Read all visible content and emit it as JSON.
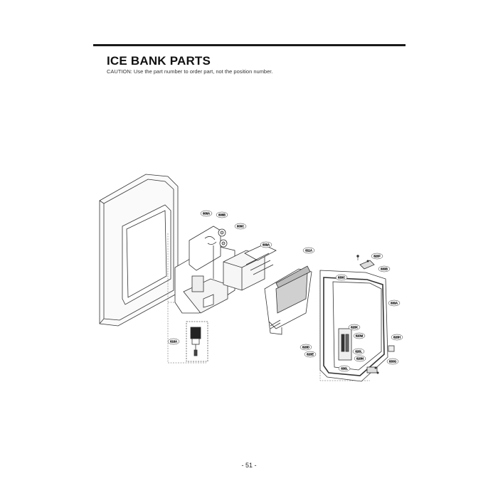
{
  "document": {
    "title": "ICE BANK PARTS",
    "caution": "CAUTION: Use the part number to order part, not the position number.",
    "page_number": "- 51 -"
  },
  "callouts": [
    "606A",
    "606B",
    "606C",
    "609A",
    "616A",
    "611A",
    "620F",
    "630B",
    "630C",
    "630A",
    "620K",
    "620M",
    "620D",
    "620H",
    "620L",
    "620E",
    "630G",
    "620N",
    "630L"
  ]
}
